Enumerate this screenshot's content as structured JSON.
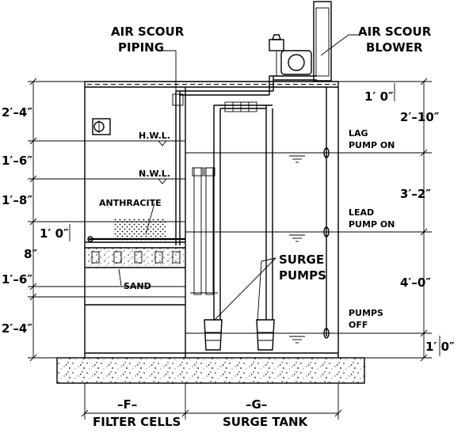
{
  "labels": {
    "air_scour_piping": [
      "AIR SCOUR",
      "PIPING"
    ],
    "air_scour_blower": [
      "AIR SCOUR",
      "BLOWER"
    ],
    "hwl": "H.W.L.",
    "nwl": "N.W.L.",
    "anthracite": "ANTHRACITE",
    "sand": "SAND",
    "surge_pumps": [
      "SURGE",
      "PUMPS"
    ],
    "lag_pump_on": [
      "LAG",
      "PUMP ON"
    ],
    "lead_pump_on": [
      "LEAD",
      "PUMP ON"
    ],
    "pumps_off": [
      "PUMPS",
      "OFF"
    ],
    "filter_cells": "FILTER CELLS",
    "surge_tank": "SURGE TANK",
    "f_marker": "–F–",
    "g_marker": "–G–"
  },
  "left_dimensions": [
    "2′–4″",
    "1′–6″",
    "1′–8″",
    "1′ 0″",
    "8″",
    "1′–6″",
    "2′–4″"
  ],
  "right_dimensions": {
    "top_offset": "1′ 0″",
    "upper": "2′–10″",
    "middle": "3′–2″",
    "lower": "4′–0″",
    "bottom_offset": "1′ 0″"
  }
}
